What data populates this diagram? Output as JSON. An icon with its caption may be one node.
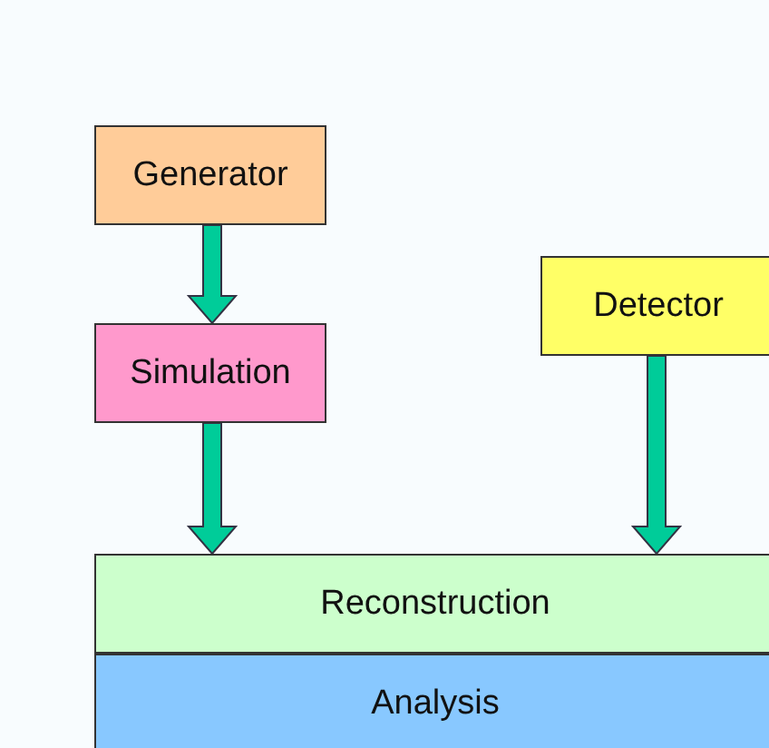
{
  "diagram": {
    "nodes": [
      {
        "text": [
          "Generator"
        ]
      },
      {
        "text": [
          "Simulation"
        ]
      },
      {
        "text": [
          "Detector"
        ]
      },
      {
        "text": [
          "Reconstruction"
        ]
      },
      {
        "text": [
          "Analysis"
        ]
      }
    ],
    "edges": [
      {
        "from": 0,
        "to": 1,
        "arrow": "to"
      },
      {
        "from": 1,
        "to": 3,
        "arrow": "to"
      },
      {
        "from": 2,
        "to": 3,
        "arrow": "to"
      }
    ]
  }
}
